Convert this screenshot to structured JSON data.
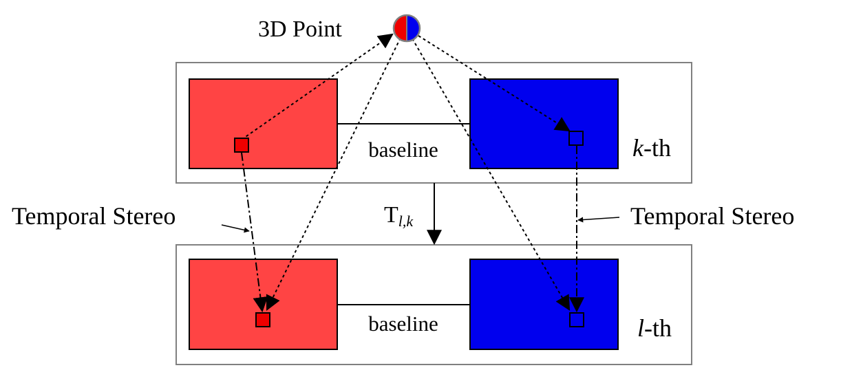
{
  "point_label": "3D Point",
  "frames": [
    {
      "index_label": "k",
      "suffix": "-th",
      "baseline_label": "baseline"
    },
    {
      "index_label": "l",
      "suffix": "-th",
      "baseline_label": "baseline"
    }
  ],
  "transform_label": {
    "main": "T",
    "subscript": "l,k"
  },
  "temporal_labels": {
    "left": "Temporal Stereo",
    "right": "Temporal Stereo"
  },
  "colors": {
    "left_camera": "#ff4444",
    "right_camera": "#0000ee",
    "left_point": "#ee0000",
    "right_point": "#0000ee",
    "frame_border": "#808080",
    "point_outline": "#808080"
  }
}
